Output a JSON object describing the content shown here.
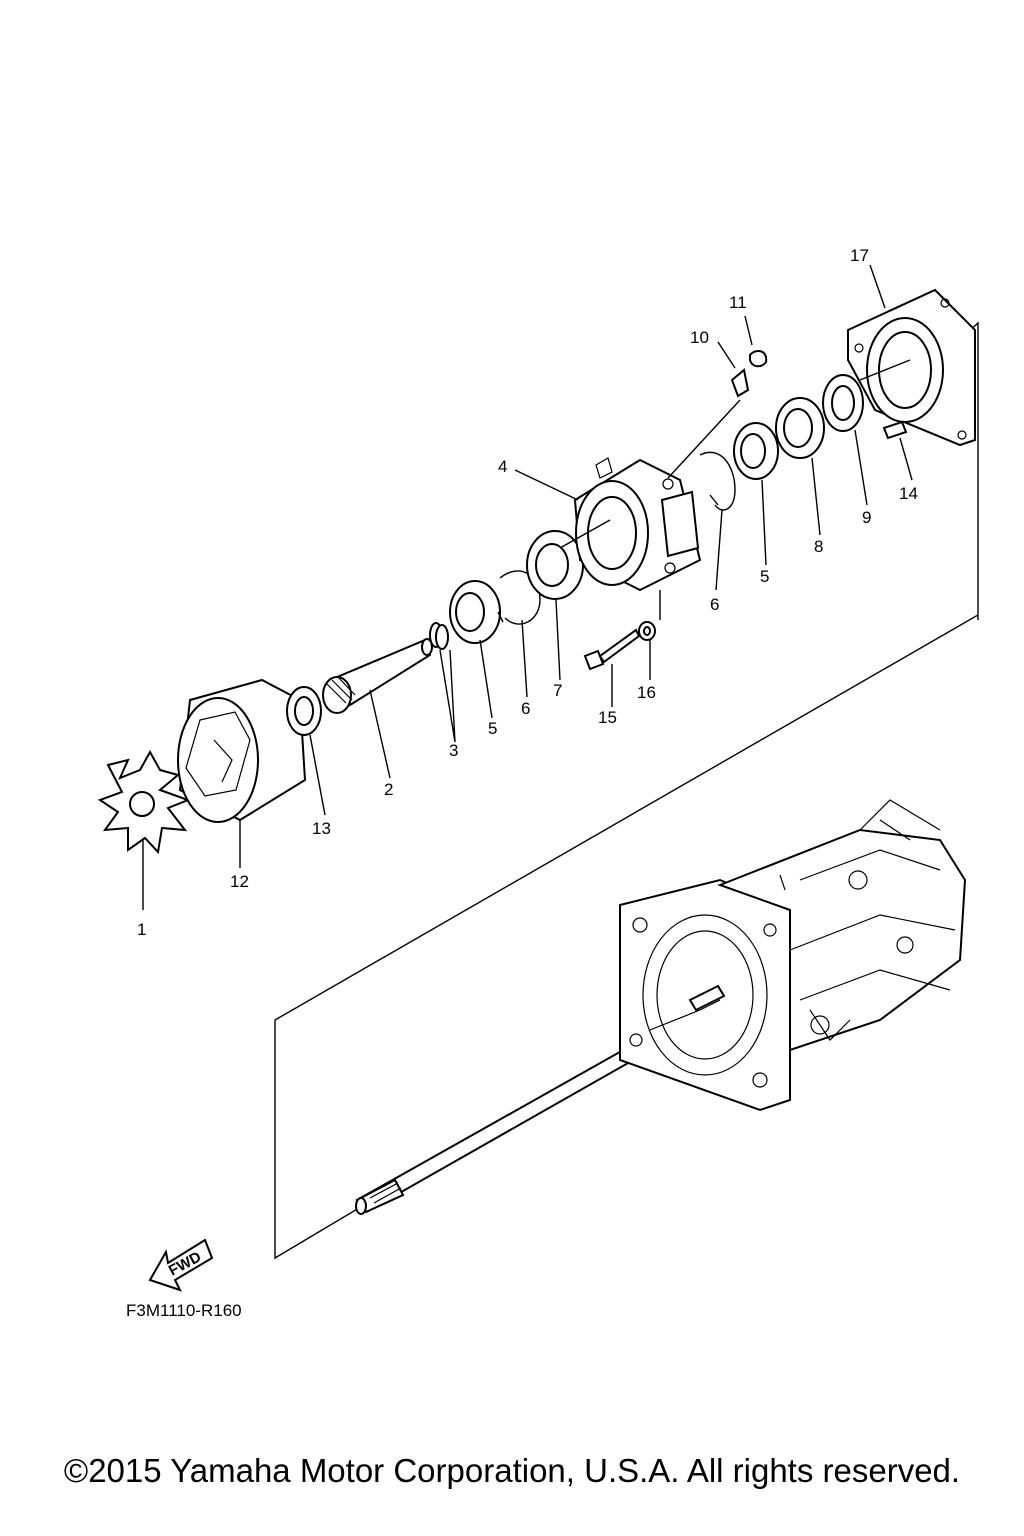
{
  "diagram": {
    "callouts": [
      "1",
      "2",
      "3",
      "4",
      "5",
      "5",
      "6",
      "6",
      "7",
      "8",
      "9",
      "10",
      "11",
      "12",
      "13",
      "14",
      "15",
      "16",
      "17"
    ],
    "fwd_label": "FWD",
    "figure_code": "F3M1110-R160"
  },
  "footer": {
    "copyright": "©2015 Yamaha Motor Corporation, U.S.A. All rights reserved."
  }
}
